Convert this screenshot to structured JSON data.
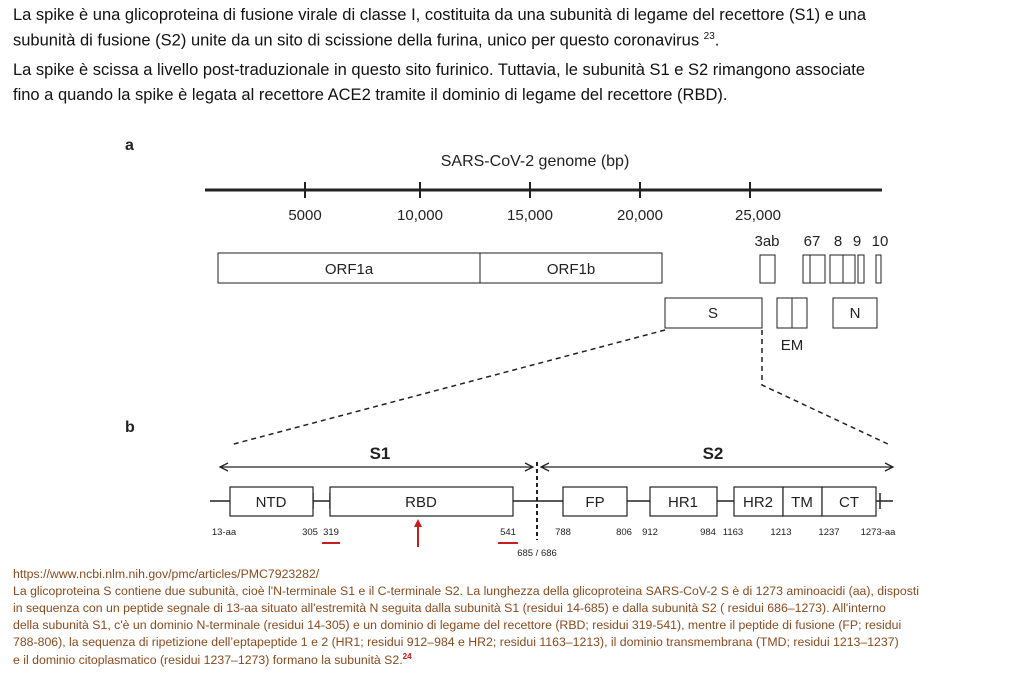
{
  "intro": {
    "line1": "La spike è una glicoproteina di fusione virale di classe I, costituita da una subunità di legame del recettore (S1) e una",
    "line2": "subunità di fusione (S2) unite da un sito di scissione della furina, unico per questo coronavirus ",
    "line2_ref": "23",
    "line2_end": ".",
    "line3": "La spike è scissa a livello post-traduzionale in questo sito furinico. Tuttavia, le subunità S1 e S2 rimangono associate",
    "line4": "fino a quando la spike è legata al recettore ACE2 tramite il dominio di legame del recettore (RBD)."
  },
  "figure": {
    "panel_a": "a",
    "panel_b": "b",
    "genome_title": "SARS-CoV-2 genome (bp)",
    "ticks": [
      "5000",
      "10,000",
      "15,000",
      "20,000",
      "25,000"
    ],
    "genes": {
      "orf1a": "ORF1a",
      "orf1b": "ORF1b",
      "s": "S",
      "n": "N",
      "em": "EM",
      "g3ab": "3ab",
      "g67": "67",
      "g8": "8",
      "g9": "9",
      "g10": "10"
    },
    "s1": "S1",
    "s2": "S2",
    "domains": {
      "ntd": "NTD",
      "rbd": "RBD",
      "fp": "FP",
      "hr1": "HR1",
      "hr2": "HR2",
      "tm": "TM",
      "ct": "CT"
    },
    "residues": {
      "r13": "13-aa",
      "r305": "305",
      "r319": "319",
      "r541": "541",
      "r788": "788",
      "r806": "806",
      "r912": "912",
      "r984": "984",
      "r1163": "1163",
      "r1213": "1213",
      "r1237": "1237",
      "r1273": "1273-aa",
      "cleavage": "685 / 686"
    }
  },
  "caption": {
    "url": "https://www.ncbi.nlm.nih.gov/pmc/articles/PMC7923282/",
    "l1": "La glicoproteina S contiene due subunità, cioè l'N-terminale S1 e il C-terminale S2. La lunghezza della glicoproteina SARS-CoV-2 S è di 1273 aminoacidi (aa), disposti",
    "l2": "in sequenza con un peptide segnale di 13-aa situato all'estremità N seguita dalla subunità S1 (residui 14-685) e dalla subunità S2 ( residui 686–1273). All'interno",
    "l3": "della subunità S1, c'è un dominio N-terminale (residui 14-305) e un dominio di legame del recettore (RBD; residui 319-541), mentre il peptide di fusione (FP; residui",
    "l4": "788-806), la sequenza di ripetizione dell’eptapeptide 1 e 2 (HR1; residui 912–984 e HR2; residui 1163–1213), il dominio transmembrana (TMD; residui 1213–1237)",
    "l5": "e il dominio citoplasmatico (residui 1237–1273) formano la subunità S2.",
    "ref": "24"
  }
}
